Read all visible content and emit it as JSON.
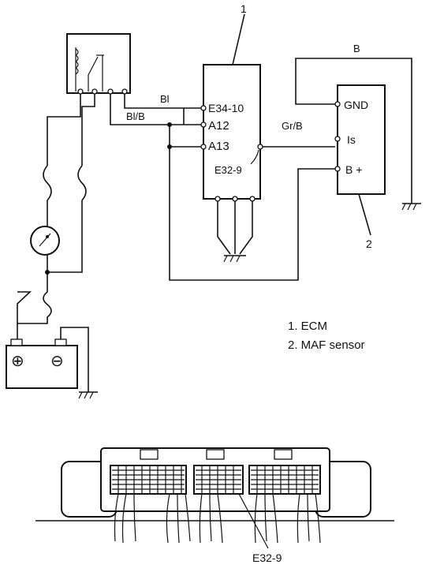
{
  "callouts": {
    "ecm_number": "1",
    "maf_number": "2"
  },
  "ecm_terminals": {
    "t1": "E34-10",
    "t2": "A12",
    "t3": "A13",
    "t4": "E32-9"
  },
  "maf_terminals": {
    "gnd": "GND",
    "is": "Is",
    "b": "B +"
  },
  "wire_colors": {
    "top": "B",
    "bl": "Bl",
    "blb": "Bl/B",
    "grb": "Gr/B"
  },
  "legend": {
    "item1": "1.  ECM",
    "item2": "2.  MAF sensor"
  },
  "connector_view": {
    "label": "E32-9"
  },
  "battery": {
    "plus_symbol": "⊕",
    "minus_symbol": "⊖"
  }
}
